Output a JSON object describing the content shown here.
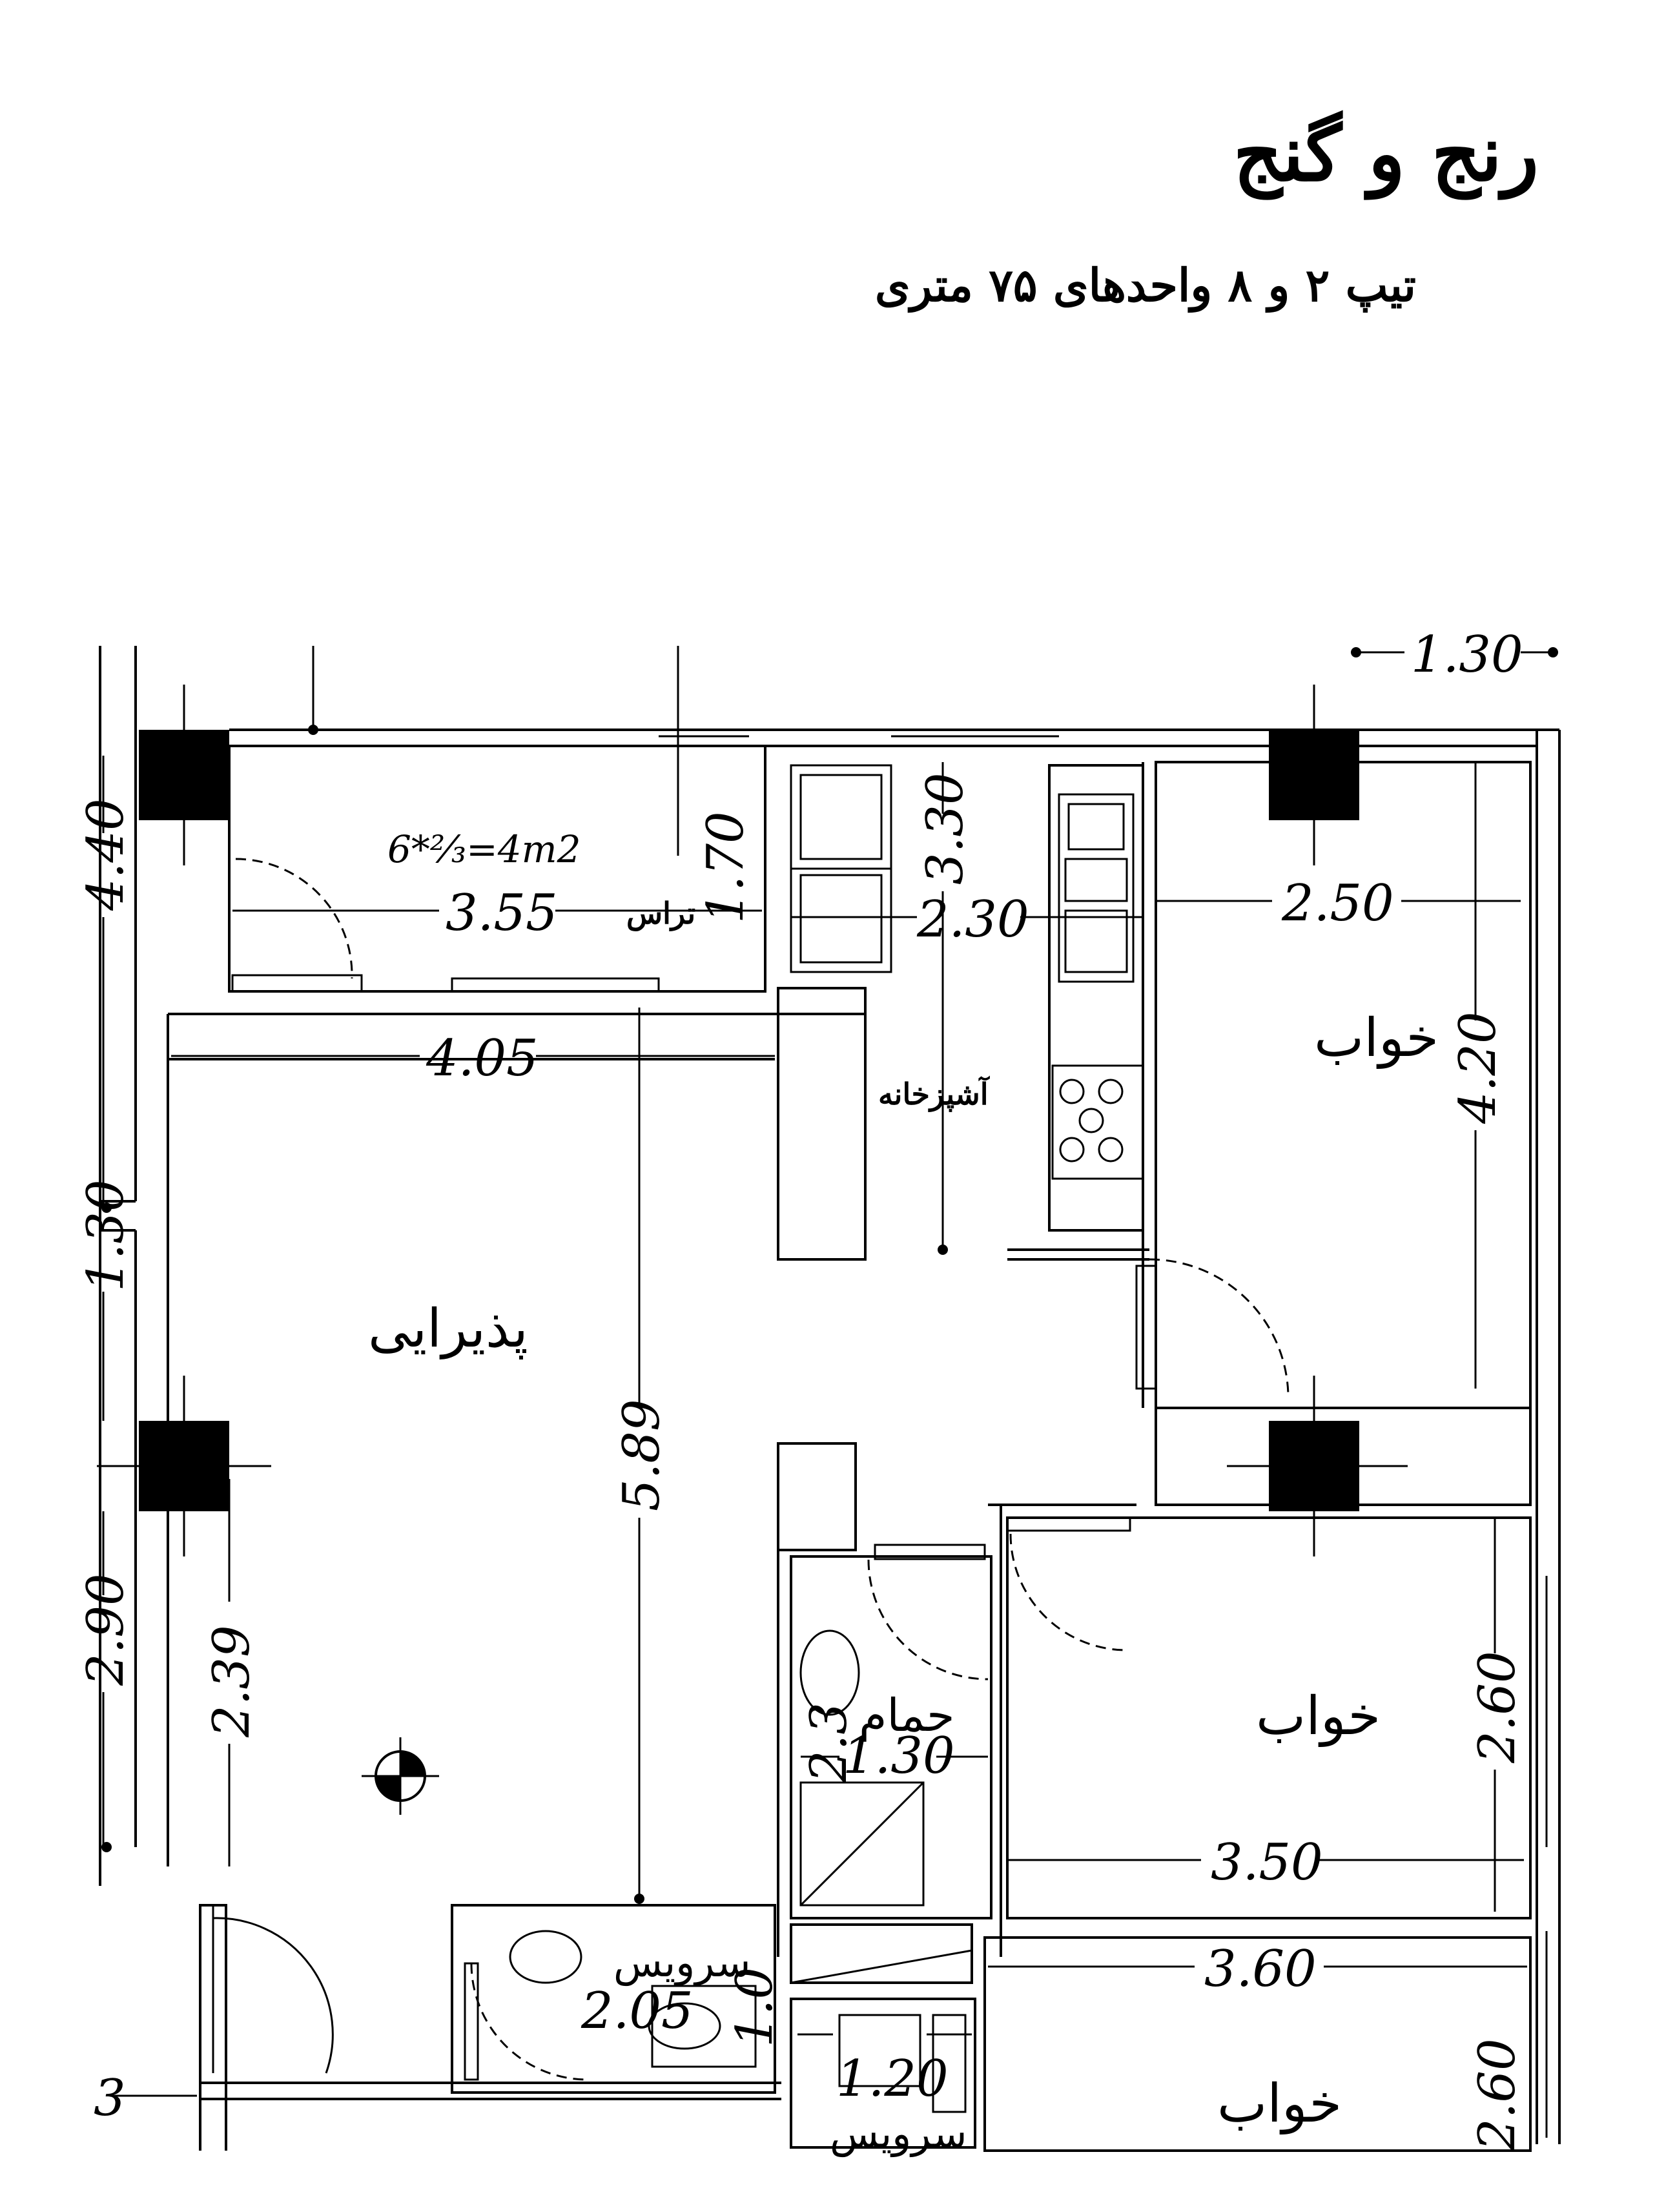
{
  "header": {
    "title": "رنج و گنج",
    "subtitle": "تیپ ۲ و ۸ واحدهای ۷۵ متری"
  },
  "rooms": {
    "bedroom_top": "خواب",
    "bedroom_mid": "خواب",
    "bedroom_bottom": "خواب",
    "living": "پذیرایی",
    "kitchen": "آشپزخانه",
    "bath": "حمام",
    "wc_main": "سرویس",
    "wc_second": "سرویس",
    "terrace": "تراس"
  },
  "dimensions": {
    "terrace_w": "3.55",
    "terrace_h": "1.70",
    "terrace_area": "6*⅔=4m2",
    "kitchen_w": "2.30",
    "kitchen_h": "3.30",
    "bed_top_w": "2.50",
    "bed_top_h": "4.20",
    "living_top_w": "4.05",
    "living_h": "5.89",
    "living_lower": "2.39",
    "bath_w": "1.30",
    "bath_h": "2.3",
    "bed_mid_w": "3.50",
    "bed_mid_h": "2.60",
    "bed_bottom_w": "3.60",
    "bed_bottom_h": "2.60",
    "wc_w": "2.05",
    "wc_h": "1.0",
    "wc2_w": "1.20",
    "top_right": "1.30",
    "left_a": "4.40",
    "left_b": "1.30",
    "left_c": "2.90",
    "left_d": "3"
  }
}
